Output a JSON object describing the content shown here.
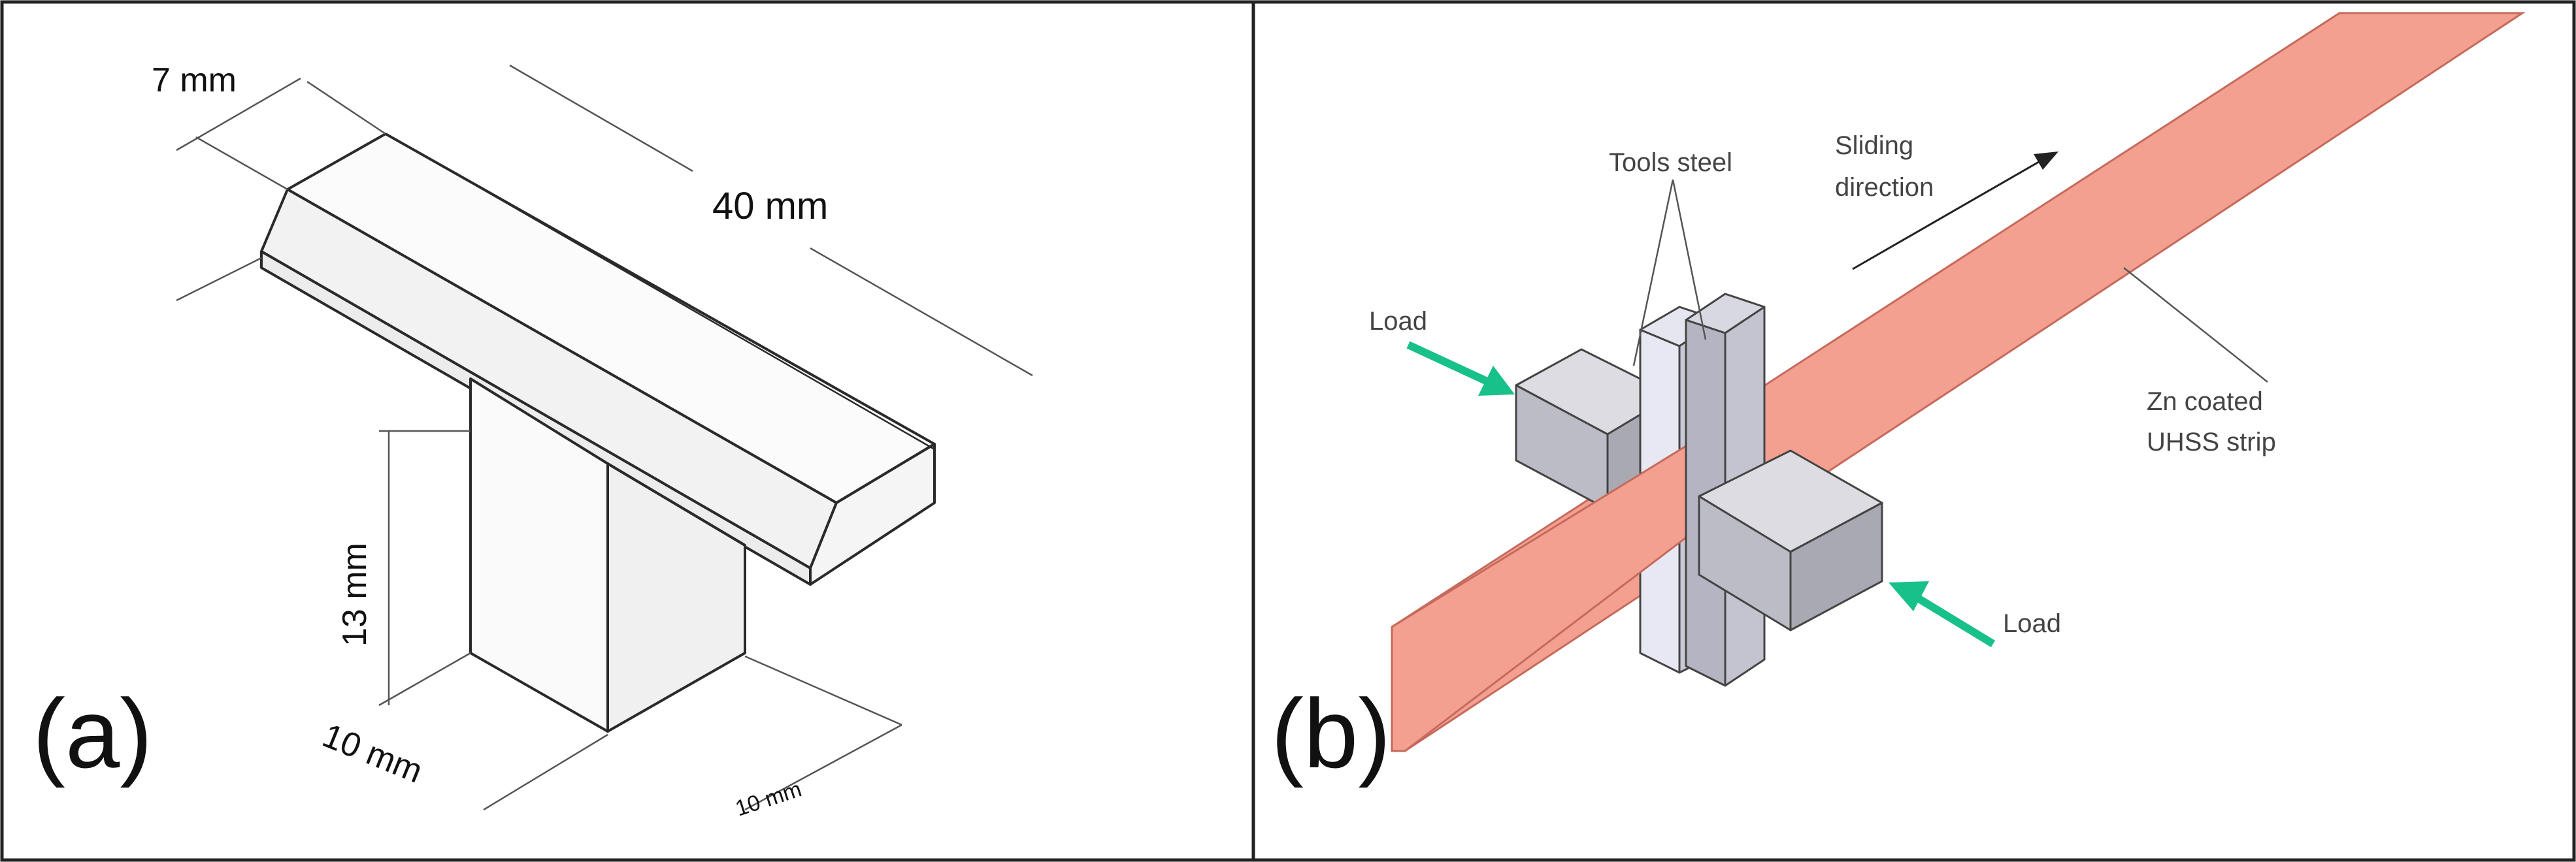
{
  "panel_a": {
    "label": "(a)",
    "dims": {
      "width_top": "7 mm",
      "length": "40 mm",
      "height": "13 mm",
      "depth_left": "10 mm",
      "depth_right": "10 mm"
    }
  },
  "panel_b": {
    "label": "(b)",
    "tools_label": "Tools steel",
    "sliding_line1": "Sliding",
    "sliding_line2": "direction",
    "load_left": "Load",
    "load_right": "Load",
    "strip_line1": "Zn coated",
    "strip_line2": "UHSS strip"
  },
  "colors": {
    "strip": "#f4a090",
    "strip_edge": "#c56a5c",
    "tool_face": "#bcbcc6",
    "tool_side": "#a9a9b4",
    "tool_front": "#d8d8de",
    "arrow_green": "#18c08a"
  }
}
